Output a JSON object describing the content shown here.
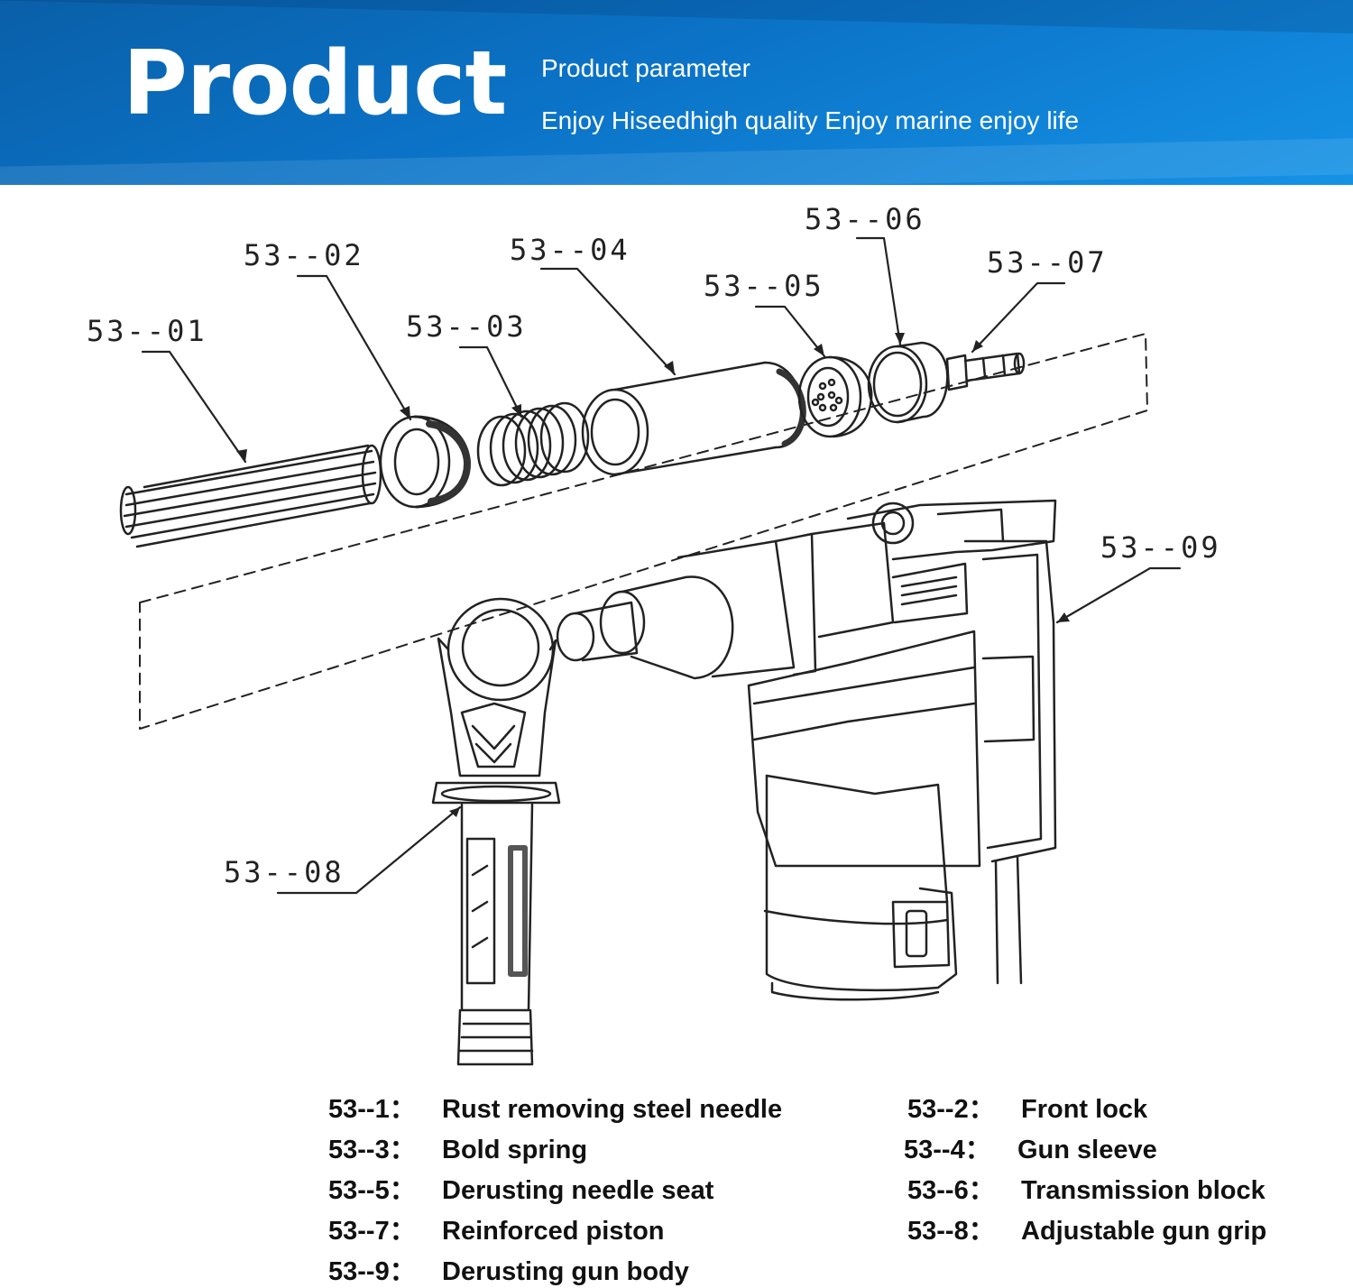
{
  "banner": {
    "title": "Product",
    "subtitle": "Product parameter",
    "tagline": "Enjoy Hiseedhigh quality Enjoy marine  enjoy life",
    "color": "#0b73c7"
  },
  "diagram": {
    "labels": {
      "p01": "53--01",
      "p02": "53--02",
      "p03": "53--03",
      "p04": "53--04",
      "p05": "53--05",
      "p06": "53--06",
      "p07": "53--07",
      "p08": "53--08",
      "p09": "53--09"
    }
  },
  "legend": [
    {
      "code": "53--1：",
      "name": "Rust removing steel needle"
    },
    {
      "code": "53--2：",
      "name": "Front lock"
    },
    {
      "code": "53--3：",
      "name": "Bold spring"
    },
    {
      "code": "53--4：",
      "name": "Gun sleeve"
    },
    {
      "code": "53--5：",
      "name": "Derusting needle seat"
    },
    {
      "code": "53--6：",
      "name": "Transmission block"
    },
    {
      "code": "53--7：",
      "name": "Reinforced piston"
    },
    {
      "code": "53--8：",
      "name": "Adjustable gun grip"
    },
    {
      "code": "53--9：",
      "name": "Derusting gun body"
    }
  ]
}
